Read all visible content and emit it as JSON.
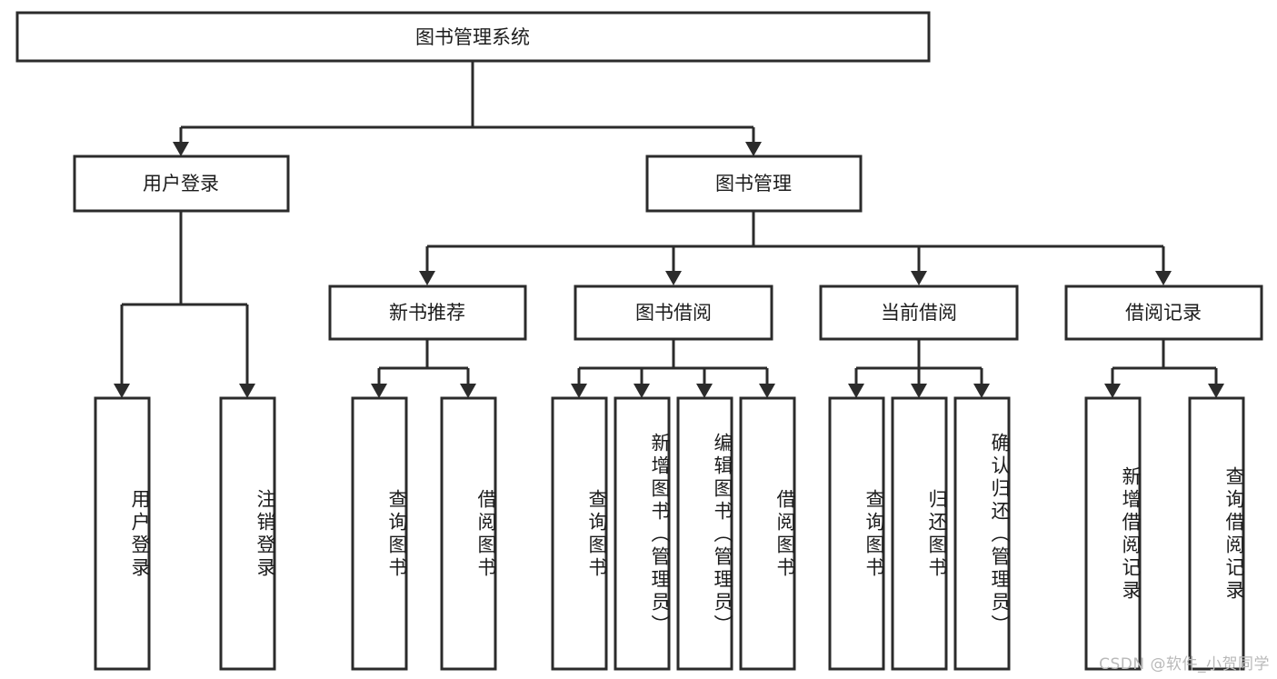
{
  "diagram": {
    "type": "tree",
    "title": "图书管理系统",
    "orientation": "top-down",
    "colors": {
      "box_stroke": "#2b2b2b",
      "box_fill": "#ffffff",
      "text": "#1c1c1c",
      "connector": "#2b2b2b",
      "background": "#ffffff",
      "watermark": "#b9b9b9"
    },
    "root": {
      "label": "图书管理系统"
    },
    "level2": [
      {
        "label": "用户登录"
      },
      {
        "label": "图书管理"
      }
    ],
    "level3": [
      {
        "label": "新书推荐"
      },
      {
        "label": "图书借阅"
      },
      {
        "label": "当前借阅"
      },
      {
        "label": "借阅记录"
      }
    ],
    "leaves": {
      "user_login": [
        {
          "label": "用户登录"
        },
        {
          "label": "注销登录"
        }
      ],
      "new_book": [
        {
          "label": "查询图书"
        },
        {
          "label": "借阅图书"
        }
      ],
      "book_borrow": [
        {
          "label": "查询图书"
        },
        {
          "label": "新增图书（管理员）"
        },
        {
          "label": "编辑图书（管理员）"
        },
        {
          "label": "借阅图书"
        }
      ],
      "current_borrow": [
        {
          "label": "查询图书"
        },
        {
          "label": "归还图书"
        },
        {
          "label": "确认归还（管理员）"
        }
      ],
      "borrow_record": [
        {
          "label": "新增借阅记录"
        },
        {
          "label": "查询借阅记录"
        }
      ]
    }
  },
  "watermark": {
    "text": "CSDN @软件_小贺同学"
  }
}
